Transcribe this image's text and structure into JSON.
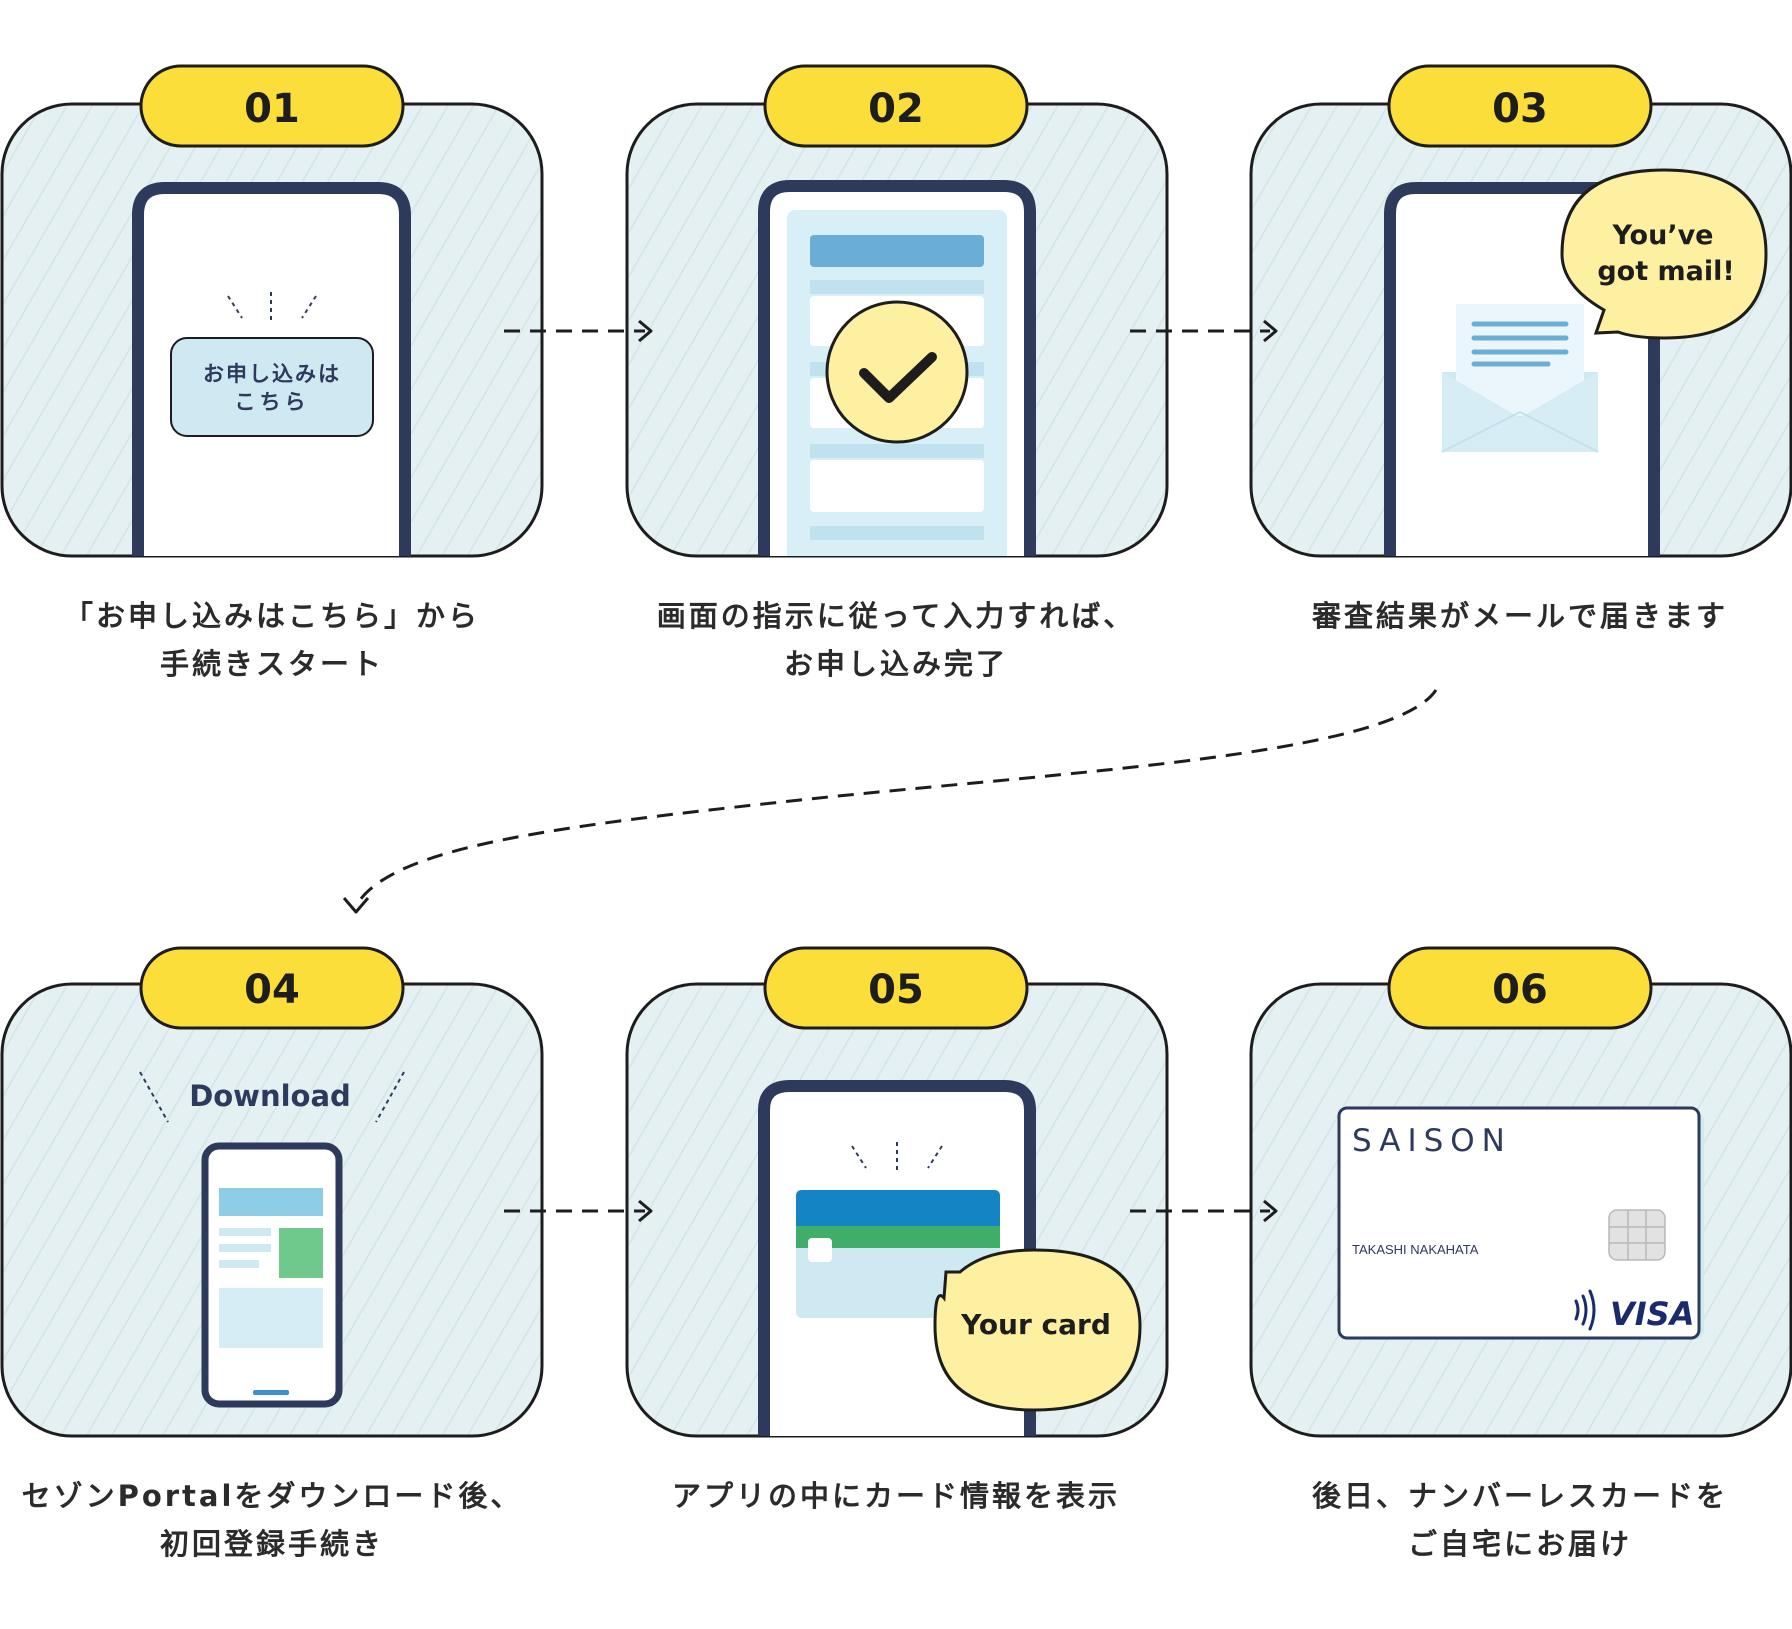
{
  "steps": [
    {
      "number": "01",
      "caption": [
        "「お申し込みはこちら」から",
        "手続きスタート"
      ],
      "screen": {
        "button_text": [
          "お申し込みは",
          "こちら"
        ]
      }
    },
    {
      "number": "02",
      "caption": [
        "画面の指示に従って入力すれば、",
        "お申し込み完了"
      ]
    },
    {
      "number": "03",
      "caption": [
        "審査結果がメールで届きます"
      ],
      "bubble": [
        "You’ve",
        "got mail!"
      ]
    },
    {
      "number": "04",
      "caption": [
        "セゾンPortalをダウンロード後、",
        "初回登録手続き"
      ],
      "label": "Download"
    },
    {
      "number": "05",
      "caption": [
        "アプリの中にカード情報を表示"
      ],
      "bubble": [
        "Your card"
      ]
    },
    {
      "number": "06",
      "caption": [
        "後日、ナンバーレスカードを",
        "ご自宅にお届け"
      ],
      "card": {
        "brand": "SAISON",
        "holder": "TAKASHI NAKAHATA",
        "network": "VISA"
      }
    }
  ],
  "colors": {
    "panel": "#e4f0f1",
    "outline": "#1d1d1d",
    "badge": "#fbde3a",
    "phone_frame": "#2e3a5c",
    "bubble": "#fdf0a0",
    "light_blue": "#cfe9f3",
    "mid_blue": "#6aaed6",
    "green": "#3fae6a"
  },
  "icons": [
    "check-icon",
    "envelope-icon",
    "smartphone-icon",
    "credit-card-icon",
    "contactless-icon",
    "arrow-right-icon"
  ]
}
